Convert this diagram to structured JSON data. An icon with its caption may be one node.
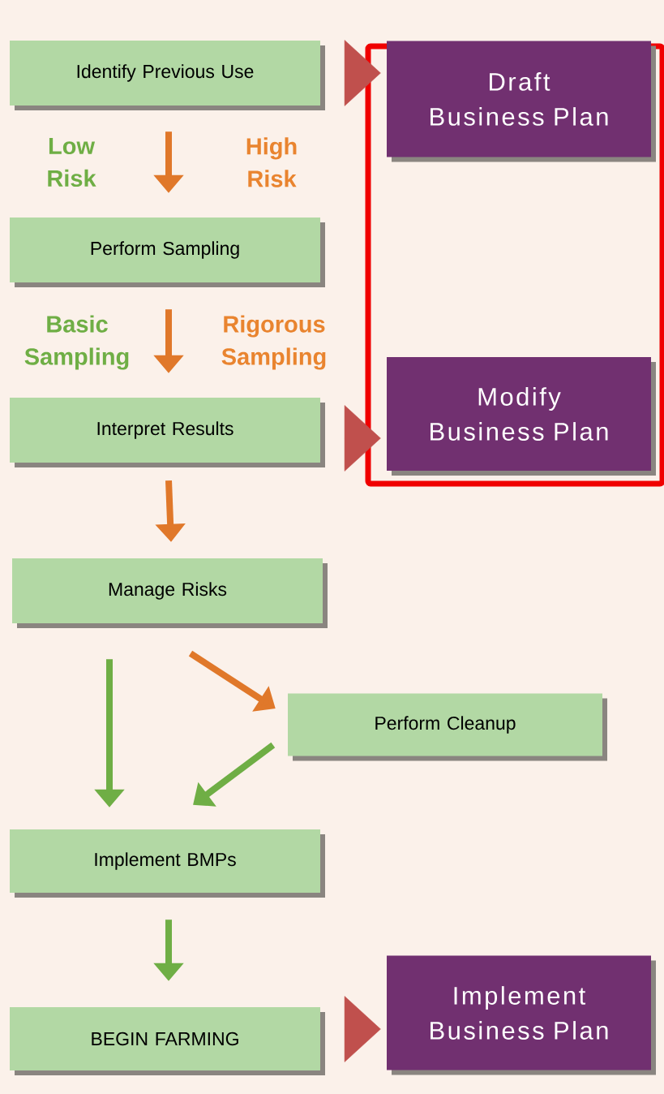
{
  "diagram": {
    "nodes": [
      {
        "text": [
          "Identify Previous Use"
        ]
      },
      {
        "text": [],
        "shape": "box"
      },
      {
        "text": [
          "Draft Business Plan"
        ],
        "in": 1
      },
      {
        "text": [
          "Perform Sampling"
        ]
      },
      {
        "text": [
          "Interpret Results"
        ]
      },
      {
        "text": [
          "Modify Business Plan"
        ],
        "in": 1
      },
      {
        "text": [
          "Manage Risks"
        ]
      },
      {
        "text": [
          "Perform Cleanup"
        ]
      },
      {
        "text": [
          "Implement BMPs"
        ]
      },
      {
        "text": [
          "BEGIN FARMING"
        ]
      },
      {
        "text": [
          "Implement Business Plan"
        ]
      }
    ],
    "edges": [
      {
        "from": 0,
        "to": 2,
        "arrow": "to",
        "style": "thick",
        "color": "#c0504d"
      },
      {
        "from": 0,
        "to": 3,
        "arrow": "to",
        "color": "#e0782a"
      },
      {
        "from": 3,
        "to": 4,
        "arrow": "to",
        "color": "#e0782a"
      },
      {
        "from": 4,
        "to": 5,
        "arrow": "to",
        "style": "thick",
        "color": "#c0504d"
      },
      {
        "from": 4,
        "to": 6,
        "arrow": "to",
        "color": "#e0782a"
      },
      {
        "from": 6,
        "to": 8,
        "arrow": "to",
        "color": "#6fae45"
      },
      {
        "from": 6,
        "to": 7,
        "arrow": "to",
        "color": "#e0782a"
      },
      {
        "from": 7,
        "to": 8,
        "arrow": "to",
        "color": "#6fae45"
      },
      {
        "from": 8,
        "to": 9,
        "arrow": "to",
        "color": "#6fae45"
      },
      {
        "from": 9,
        "to": 10,
        "arrow": "to",
        "style": "thick",
        "color": "#c0504d"
      }
    ],
    "labels": [
      "Low Risk",
      "High Risk",
      "Basic Sampling",
      "Rigorous Sampling"
    ]
  }
}
